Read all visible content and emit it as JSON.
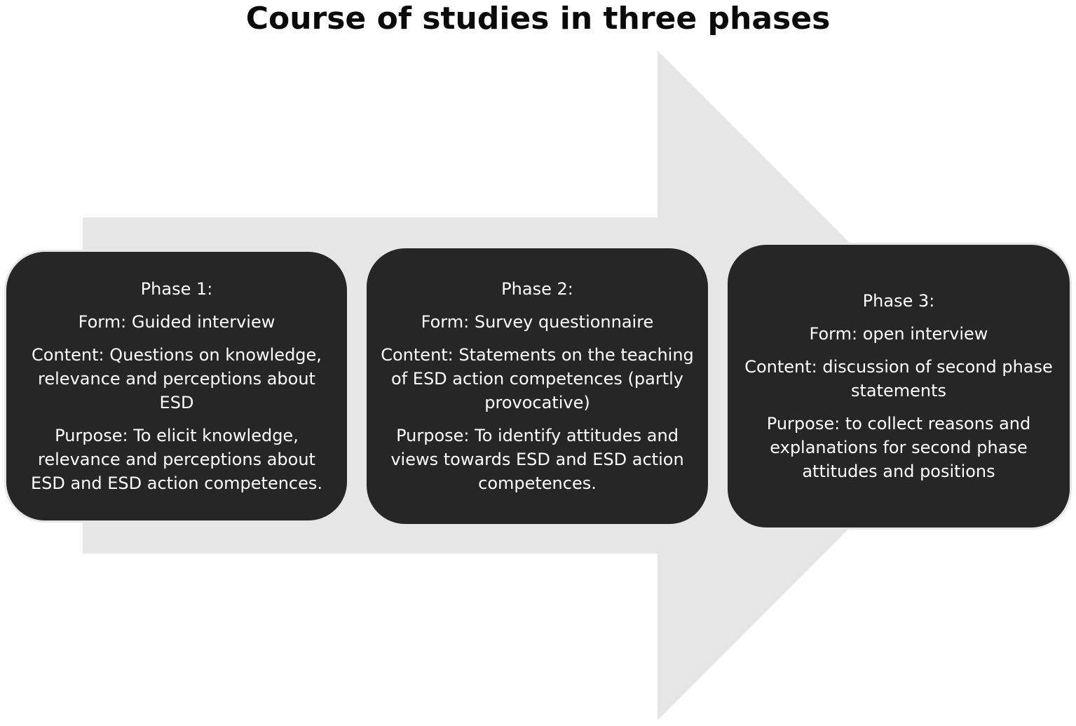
{
  "title": "Course of studies in three phases",
  "colors": {
    "arrow": "#e6e6e6",
    "box_fill": "#262626",
    "box_text": "#ffffff",
    "title_text": "#0a0a0a"
  },
  "phases": [
    {
      "heading": "Phase 1:",
      "form": "Form: Guided interview",
      "content": "Content: Questions on knowledge, relevance and perceptions about ESD",
      "purpose": "Purpose: To elicit knowledge, relevance and perceptions about ESD and ESD action competences."
    },
    {
      "heading": "Phase 2:",
      "form": "Form: Survey questionnaire",
      "content": "Content: Statements on the teaching of ESD action competences (partly provocative)",
      "purpose": "Purpose: To identify attitudes and views towards ESD and ESD action competences."
    },
    {
      "heading": "Phase 3:",
      "form": "Form: open interview",
      "content": "Content: discussion of second phase statements",
      "purpose": "Purpose: to collect reasons and explanations for second phase attitudes and positions"
    }
  ]
}
